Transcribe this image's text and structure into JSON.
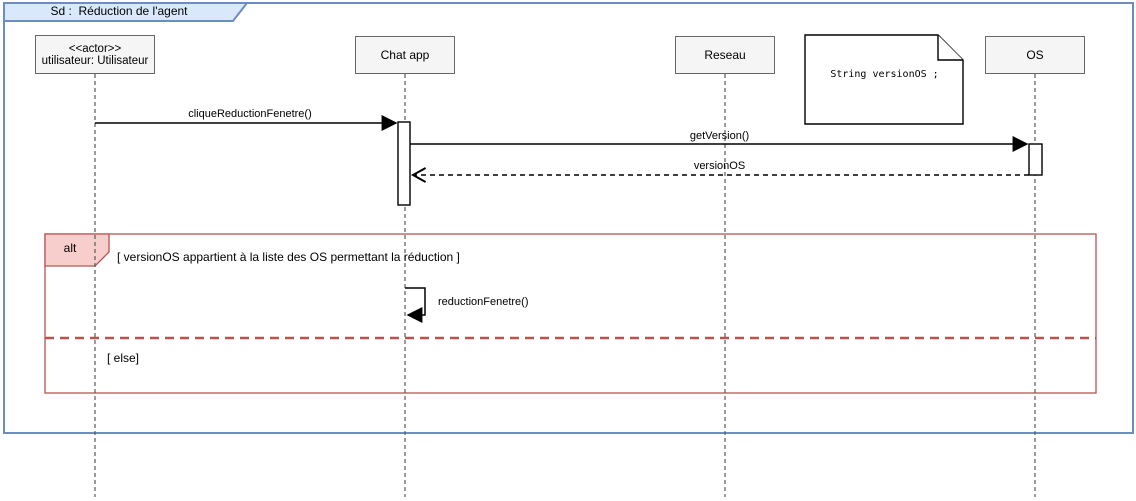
{
  "frame": {
    "title": "Sd :  Réduction de l'agent"
  },
  "lifelines": [
    {
      "id": "utilisateur",
      "stereotype": "<<actor>>",
      "name": "utilisateur: Utilisateur"
    },
    {
      "id": "chat-app",
      "name": "Chat app"
    },
    {
      "id": "reseau",
      "name": "Reseau"
    },
    {
      "id": "os",
      "name": "OS"
    }
  ],
  "note": {
    "text": "String versionOS ;"
  },
  "messages": [
    {
      "label": "cliqueReductionFenetre()",
      "from": "utilisateur",
      "to": "chat-app",
      "kind": "sync"
    },
    {
      "label": "getVersion()",
      "from": "chat-app",
      "to": "os",
      "kind": "sync"
    },
    {
      "label": "versionOS",
      "from": "os",
      "to": "chat-app",
      "kind": "return"
    },
    {
      "label": "reductionFenetre()",
      "from": "chat-app",
      "to": "chat-app",
      "kind": "self"
    }
  ],
  "alt_fragment": {
    "operator": "alt",
    "guards": [
      "[ versionOS appartient à la liste des OS permettant la réduction ]",
      "[ else]"
    ]
  },
  "colors": {
    "frame-border": "#6c8ebf",
    "frame-fill": "#dae8fc",
    "alt-border": "#b85450",
    "alt-fill": "#f8cecc",
    "head-fill": "#f5f5f5",
    "head-border": "#666666",
    "line": "#000000",
    "lifeline": "#595959"
  }
}
